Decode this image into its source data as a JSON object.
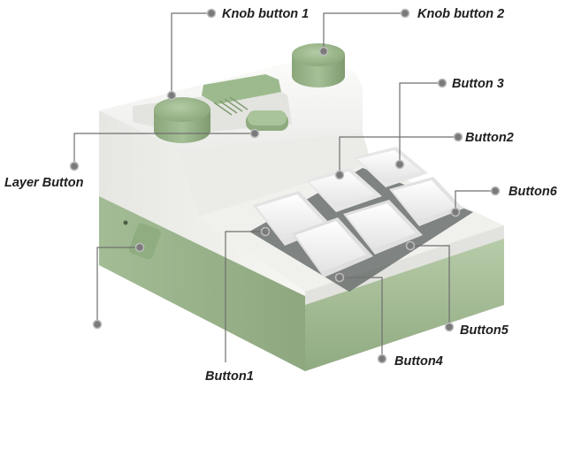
{
  "labels": {
    "knob_button_1": "Knob button 1",
    "knob_button_2": "Knob button 2",
    "button_3": "Button 3",
    "button_2": "Button2",
    "button_6": "Button6",
    "layer_button": "Layer Button",
    "button_5": "Button5",
    "button_4": "Button4",
    "button_1": "Button1"
  },
  "colors": {
    "housing_white": "#f2f2ef",
    "base_green": "#a8c09a",
    "knob_green": "#9cb98c",
    "keycap_white": "#f7f7f7",
    "leader_line": "#6f6f6f",
    "marker_dot": "#7a7a7a"
  }
}
